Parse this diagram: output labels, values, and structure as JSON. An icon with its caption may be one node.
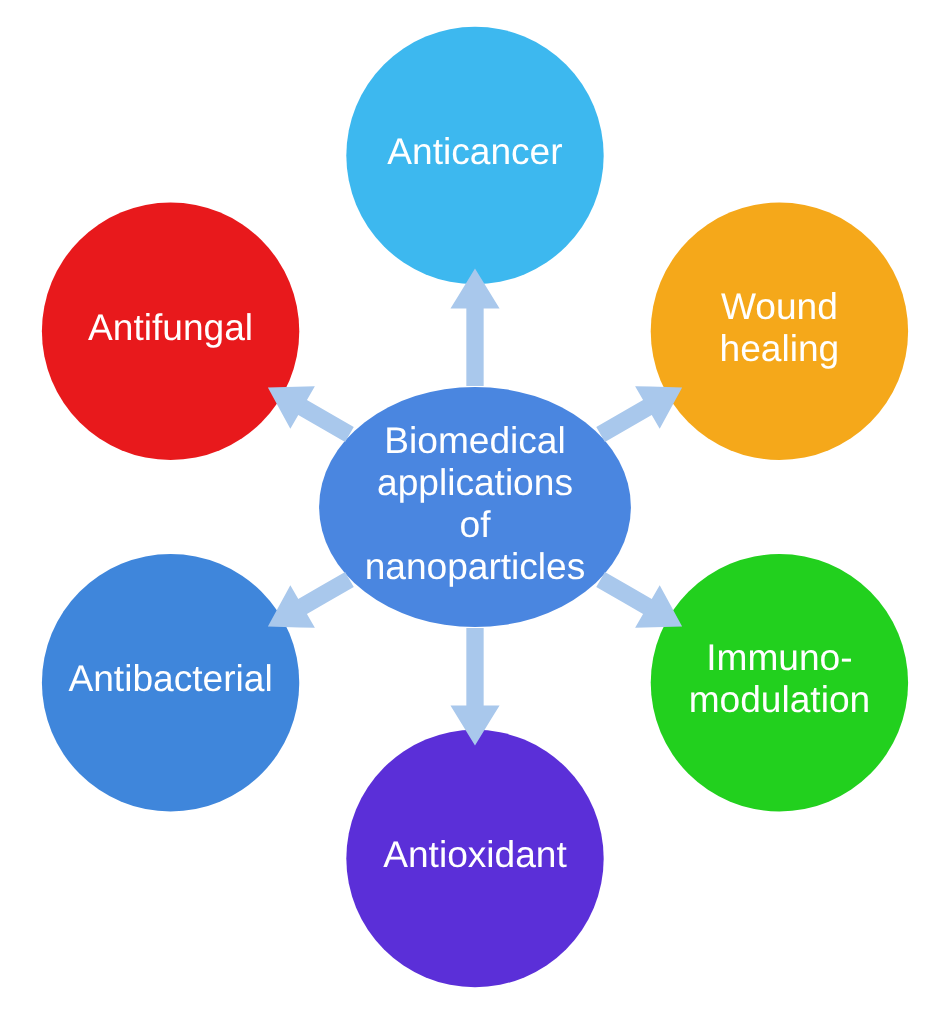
{
  "diagram": {
    "nodes": [
      {
        "text": [
          "Anticancer"
        ]
      },
      {
        "text": [
          "Antifungal"
        ]
      },
      {
        "text": [
          "Wound healing"
        ]
      },
      {
        "text": [
          "Biomedical applications of nanoparticles"
        ]
      },
      {
        "text": [
          "Antibacterial"
        ]
      },
      {
        "text": [
          "Immuno-modulation"
        ]
      },
      {
        "text": [
          "Antioxidant"
        ]
      }
    ],
    "edges": [
      {
        "from": 3,
        "to": 0,
        "arrow": "to"
      },
      {
        "from": 3,
        "to": 2,
        "arrow": "to"
      },
      {
        "from": 3,
        "to": 5,
        "arrow": "to"
      },
      {
        "from": 3,
        "to": 6,
        "arrow": "to"
      },
      {
        "from": 3,
        "to": 4,
        "arrow": "to"
      },
      {
        "from": 3,
        "to": 1,
        "arrow": "to"
      }
    ]
  }
}
